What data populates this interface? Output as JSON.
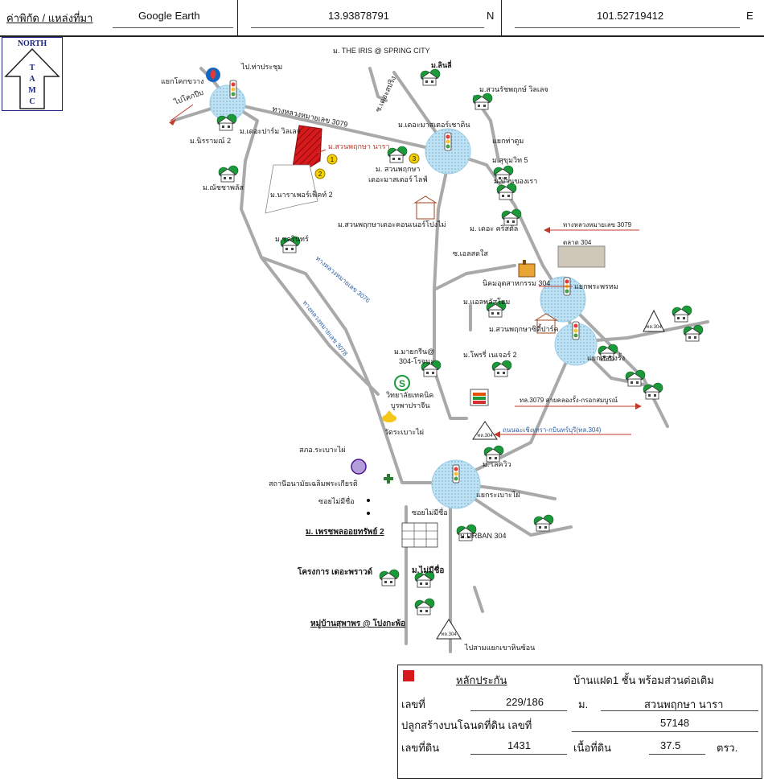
{
  "header": {
    "coord_label": "ค่าพิกัด / แหล่งที่มา",
    "source": "Google Earth",
    "lat": "13.93878791",
    "lat_dir": "N",
    "lon": "101.52719412",
    "lon_dir": "E"
  },
  "north_arrow": {
    "title": "NORTH",
    "letters": [
      "T",
      "A",
      "M",
      "C"
    ]
  },
  "colors": {
    "road": "#a9a9a9",
    "circle": "#9fd4ee",
    "subject": "#d7191c",
    "arrow": "#c0392b",
    "blue_text": "#2a5fa8"
  },
  "labels": {
    "iris": "ม. THE IRIS @ SPRING CITY",
    "linlee": "ม.ลินลี่",
    "suanrat": "ม.สวนรัชพฤกษ์ วิลเลจ",
    "ptt_junction": "แยกโคกขวาง",
    "to_thaprachum": "ไป.ท่าประชุม",
    "to_khoknin": "ไปโคกปีบ",
    "hw3079_top": "ทางหลวงหมายเลข 3079",
    "soi_springcity": "ซ.เดอะสปริง",
    "masterchadin": "ม.เดอะมาสเตอร์เชาดิน",
    "tha_tum": "แยกท่าตูม",
    "palm_village": "ม.เดอะปาร์ม วิลเลจ",
    "nirvana2": "ม.นิรรามณ์ 2",
    "subject_village": "ม.สวนพฤกษา นารา",
    "suanpruksa_master": "ม. สวนพฤกษา",
    "suanpruksa_master2": "เดอะมาสเตอร์ ไลฟ์",
    "sukhumvit5": "ม.สุขุมวิท 5",
    "bankongrao": "ม.บ้านของเรา",
    "naraperfect": "ม.นาราเพอร์เฟ็คท์ 2",
    "nattaphon": "ม.ณัชชาพลัส",
    "condo": "ม.สวนพฤกษาเดอะคอนเนอร์โปงไม่",
    "crystal": "ม. เดอะ คริสตัล",
    "hw3079_right": "ทางหลวงหมายเลข 3079",
    "market304": "ตลาด 304",
    "chonrin": "ม.ชลรินทร์",
    "soi_lasdos": "ซ.เอลสดใส",
    "industrial": "นิคมอุตสาหกรรม 304",
    "phrasomm": "แยกพระพรหม",
    "hw3076": "ทางหลวงหมายเลข 3076",
    "hw3078": "ทางหลวงหมายเลข 3078",
    "alphahome": "ม.แอลพลัสโฮม",
    "suanpruksa_city": "ม.สวนพฤกษาซิตี้ปาร์ค",
    "tl304_right": "ทล.304",
    "klongrang": "แยกคลองรั้ง",
    "mygreen": "ม.มายกรีน@",
    "mygreen2": "304-โรจนะ",
    "phorli": "ม.โพรรี่ เนเจอร์ 2",
    "college": "วิทยาลัยเทคนิค",
    "college2": "บูรพาปราจีน",
    "tl3079_klongrang": "ทล.3079 สายคลองรั้ง-กรอกสมบูรณ์",
    "temple": "วัดระเบาะไผ่",
    "tl304_mid": "ทล.304",
    "chachoengsao_rd": "ถนนฉะเชิงเทรา-กบินทร์บุรี(ทล.304)",
    "lakeview": "ม. เลควิว",
    "police": "สภอ.ระเบาะไผ่",
    "health": "สถานีอนามัยเฉลิมพระเกียรติ",
    "rabopai": "แยกระเบาะไผ่",
    "soi_noname1": "ซอยไม่มีชื่อ",
    "soi_noname2": "ซอยไม่มีชื่อ",
    "urban304": "ม.URBAN 304",
    "petchpollaoy": "ม. เพรชพลออยทรัพย์ 2",
    "noname_village": "ม.ไม่มีชื่อ",
    "project_paradise": "โครงการ เดอะพราวด์",
    "suphaporn": "หมู่บ้านสุพาพร @ โปงกะพ้อ",
    "tl304_bottom": "ทล.304",
    "to_saamyaek": "ไปสามแยกเขาหินซ้อน",
    "marker1": "1",
    "marker2": "2",
    "marker3": "3",
    "s_logo": "S"
  },
  "info": {
    "legend_label": "หลักประกัน",
    "type": "บ้านแฝด1 ชั้น พร้อมส่วนต่อเติม",
    "number_label": "เลขที่",
    "number": "229/186",
    "moo_label": "ม.",
    "village": "สวนพฤกษา นารา",
    "deed_label": "ปลูกสร้างบนโฉนดที่ดิน เลขที่",
    "deed": "57148",
    "land_no_label": "เลขที่ดิน",
    "land_no": "1431",
    "area_label": "เนื้อที่ดิน",
    "area": "37.5",
    "area_unit": "ตรว."
  }
}
